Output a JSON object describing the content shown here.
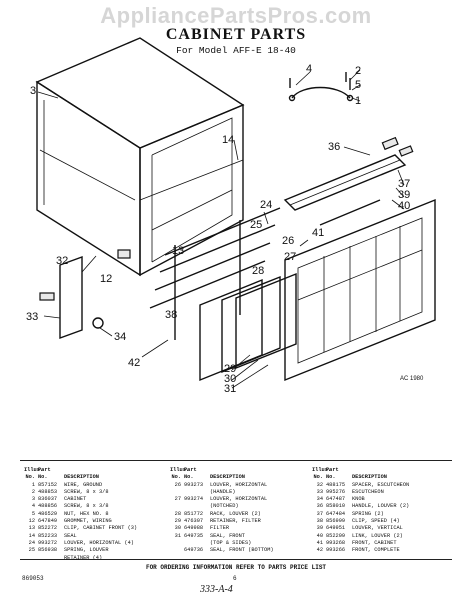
{
  "watermark": "AppliancePartsPros.com",
  "title": "CABINET PARTS",
  "subtitle": "For Model AFF-E 18-40",
  "callouts": [
    "1",
    "2",
    "3",
    "4",
    "5",
    "12",
    "13",
    "14",
    "24",
    "25",
    "26",
    "27",
    "28",
    "29",
    "30",
    "31",
    "32",
    "33",
    "34",
    "36",
    "37",
    "38",
    "39",
    "40",
    "41",
    "42"
  ],
  "figure_note": "AC 1980",
  "table": {
    "header": {
      "illus": "Illus.",
      "part": "Part",
      "no": "No.",
      "number": "No.",
      "description": "DESCRIPTION"
    },
    "col1": [
      {
        "illus": "1",
        "part": "857152",
        "desc": "WIRE, GROUND"
      },
      {
        "illus": "2",
        "part": "488853",
        "desc": "SCREW, 8 x 3/8"
      },
      {
        "illus": "3",
        "part": "836037",
        "desc": "CABINET"
      },
      {
        "illus": "4",
        "part": "488856",
        "desc": "SCREW, 8 x 3/8"
      },
      {
        "illus": "5",
        "part": "486529",
        "desc": "NUT, HEX NO. 8"
      },
      {
        "illus": "12",
        "part": "647849",
        "desc": "GROMMET, WIRING"
      },
      {
        "illus": "13",
        "part": "852272",
        "desc": "CLIP, CABINET FRONT (3)"
      },
      {
        "illus": "14",
        "part": "852233",
        "desc": "SEAL"
      },
      {
        "illus": "24",
        "part": "993272",
        "desc": "LOUVER, HORIZONTAL (4)"
      },
      {
        "illus": "25",
        "part": "856938",
        "desc": "SPRING, LOUVER"
      },
      {
        "illus": "",
        "part": "",
        "desc": "RETAINER (4)"
      }
    ],
    "col2": [
      {
        "illus": "26",
        "part": "993273",
        "desc": "LOUVER, HORIZONTAL"
      },
      {
        "illus": "",
        "part": "",
        "desc": "(HANDLE)"
      },
      {
        "illus": "27",
        "part": "993274",
        "desc": "LOUVER, HORIZONTAL"
      },
      {
        "illus": "",
        "part": "",
        "desc": "(NOTCHED)"
      },
      {
        "illus": "28",
        "part": "851772",
        "desc": "RACK, LOUVER (2)"
      },
      {
        "illus": "29",
        "part": "476307",
        "desc": "RETAINER, FILTER"
      },
      {
        "illus": "30",
        "part": "649988",
        "desc": "FILTER"
      },
      {
        "illus": "31",
        "part": "649735",
        "desc": "SEAL, FRONT"
      },
      {
        "illus": "",
        "part": "",
        "desc": "(TOP & SIDES)"
      },
      {
        "illus": "",
        "part": "649736",
        "desc": "SEAL, FRONT (BOTTOM)"
      }
    ],
    "col3": [
      {
        "illus": "32",
        "part": "488175",
        "desc": "SPACER, ESCUTCHEON"
      },
      {
        "illus": "33",
        "part": "995276",
        "desc": "ESCUTCHEON"
      },
      {
        "illus": "34",
        "part": "647487",
        "desc": "KNOB"
      },
      {
        "illus": "36",
        "part": "858010",
        "desc": "HANDLE, LOUVER (2)"
      },
      {
        "illus": "37",
        "part": "647484",
        "desc": "SPRING (2)"
      },
      {
        "illus": "38",
        "part": "856999",
        "desc": "CLIP, SPEED (4)"
      },
      {
        "illus": "39",
        "part": "649951",
        "desc": "LOUVER, VERTICAL"
      },
      {
        "illus": "40",
        "part": "852209",
        "desc": "LINK, LOUVER (2)"
      },
      {
        "illus": "41",
        "part": "993268",
        "desc": "FRONT, CABINET"
      },
      {
        "illus": "42",
        "part": "993266",
        "desc": "FRONT, COMPLETE"
      }
    ]
  },
  "footer_note": "FOR ORDERING INFORMATION REFER TO PARTS PRICE LIST",
  "doc_number": "869053",
  "page_number": "6",
  "handwritten_note": "333-A-4"
}
